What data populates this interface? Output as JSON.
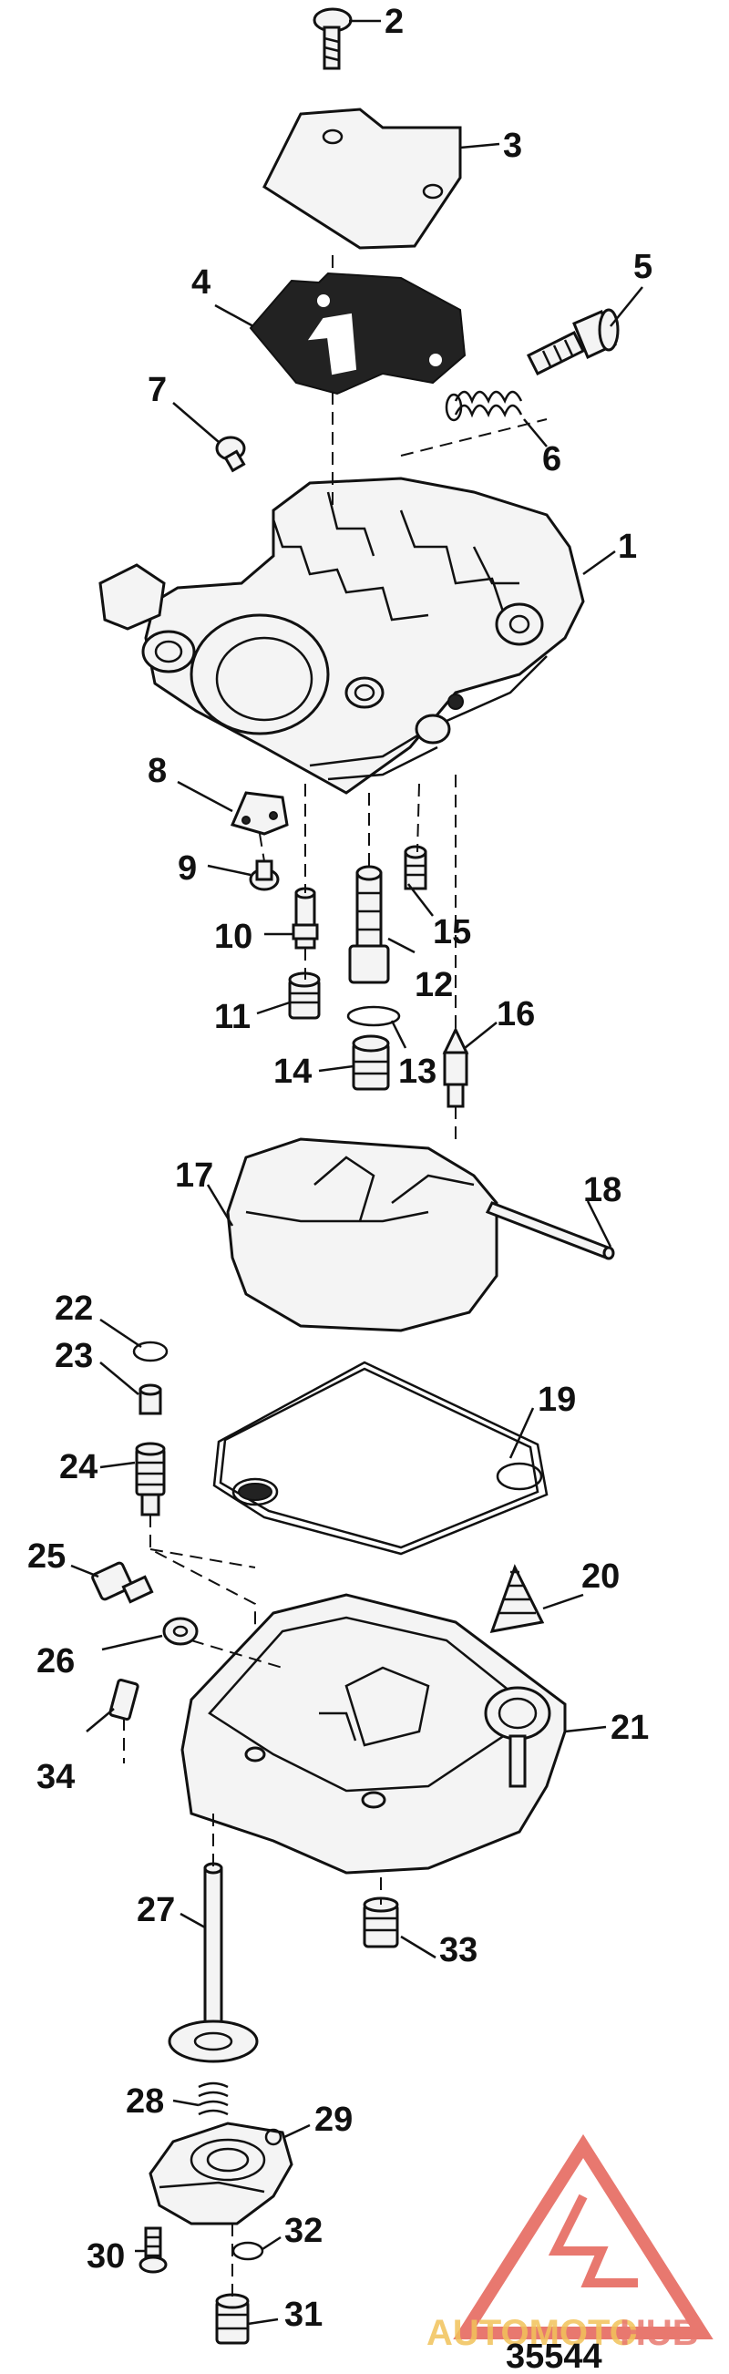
{
  "figure_number": "35544",
  "watermark": {
    "brand_part1": "AUTOMOTO",
    "brand_part2": "HUB",
    "color_primary": "#e8786f",
    "color_secondary": "#f2c35a"
  },
  "callouts": [
    {
      "id": "c2",
      "label": "2"
    },
    {
      "id": "c3",
      "label": "3"
    },
    {
      "id": "c4",
      "label": "4"
    },
    {
      "id": "c5",
      "label": "5"
    },
    {
      "id": "c6",
      "label": "6"
    },
    {
      "id": "c7",
      "label": "7"
    },
    {
      "id": "c1",
      "label": "1"
    },
    {
      "id": "c8",
      "label": "8"
    },
    {
      "id": "c9",
      "label": "9"
    },
    {
      "id": "c10",
      "label": "10"
    },
    {
      "id": "c15",
      "label": "15"
    },
    {
      "id": "c12",
      "label": "12"
    },
    {
      "id": "c11",
      "label": "11"
    },
    {
      "id": "c16",
      "label": "16"
    },
    {
      "id": "c14",
      "label": "14"
    },
    {
      "id": "c13",
      "label": "13"
    },
    {
      "id": "c17",
      "label": "17"
    },
    {
      "id": "c18",
      "label": "18"
    },
    {
      "id": "c22",
      "label": "22"
    },
    {
      "id": "c23",
      "label": "23"
    },
    {
      "id": "c19",
      "label": "19"
    },
    {
      "id": "c24",
      "label": "24"
    },
    {
      "id": "c25",
      "label": "25"
    },
    {
      "id": "c20",
      "label": "20"
    },
    {
      "id": "c26",
      "label": "26"
    },
    {
      "id": "c21",
      "label": "21"
    },
    {
      "id": "c34",
      "label": "34"
    },
    {
      "id": "c27",
      "label": "27"
    },
    {
      "id": "c33",
      "label": "33"
    },
    {
      "id": "c28",
      "label": "28"
    },
    {
      "id": "c29",
      "label": "29"
    },
    {
      "id": "c32",
      "label": "32"
    },
    {
      "id": "c30",
      "label": "30"
    },
    {
      "id": "c31",
      "label": "31"
    }
  ]
}
